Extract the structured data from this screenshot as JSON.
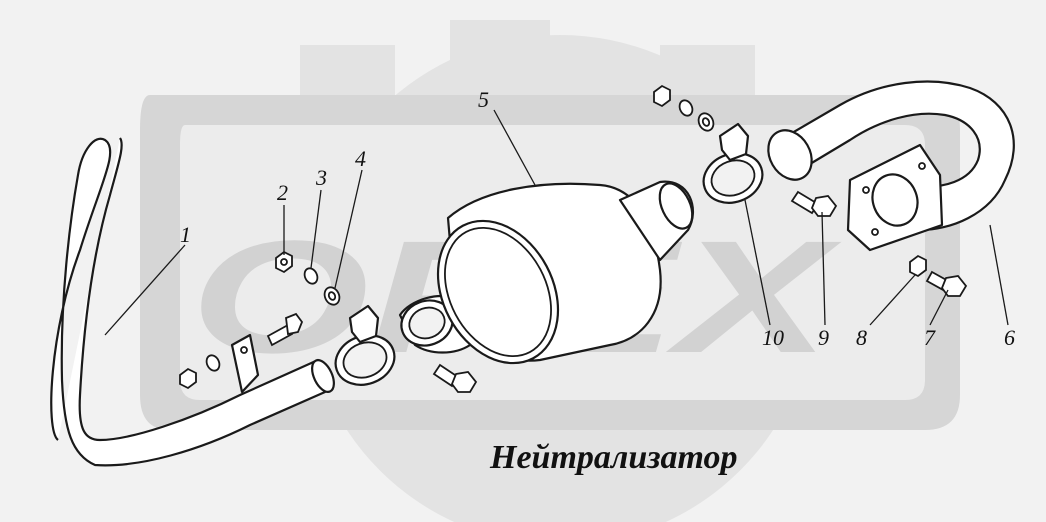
{
  "watermark": {
    "text": "OPEX",
    "gear_color": "#e3e3e3",
    "band_color": "#d6d6d6"
  },
  "caption": "Нейтрализатор",
  "callouts": [
    "1",
    "2",
    "3",
    "4",
    "5",
    "6",
    "7",
    "8",
    "9",
    "10"
  ],
  "colors": {
    "background": "#f2f2f2",
    "ink": "#1a1a1a",
    "part_fill": "#ffffff"
  }
}
